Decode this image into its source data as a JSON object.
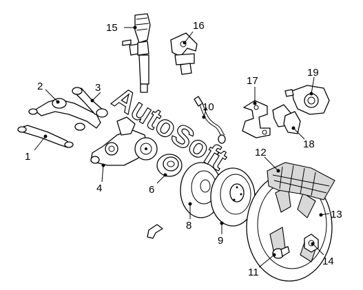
{
  "watermark": "AutoSoft",
  "callouts": [
    {
      "id": "1",
      "label": "1"
    },
    {
      "id": "2",
      "label": "2"
    },
    {
      "id": "3",
      "label": "3"
    },
    {
      "id": "4",
      "label": "4"
    },
    {
      "id": "6",
      "label": "6"
    },
    {
      "id": "8",
      "label": "8"
    },
    {
      "id": "9",
      "label": "9"
    },
    {
      "id": "10",
      "label": "10"
    },
    {
      "id": "11",
      "label": "11"
    },
    {
      "id": "12",
      "label": "12"
    },
    {
      "id": "13",
      "label": "13"
    },
    {
      "id": "14",
      "label": "14"
    },
    {
      "id": "15",
      "label": "15"
    },
    {
      "id": "16",
      "label": "16"
    },
    {
      "id": "17",
      "label": "17"
    },
    {
      "id": "18",
      "label": "18"
    },
    {
      "id": "19",
      "label": "19"
    }
  ]
}
